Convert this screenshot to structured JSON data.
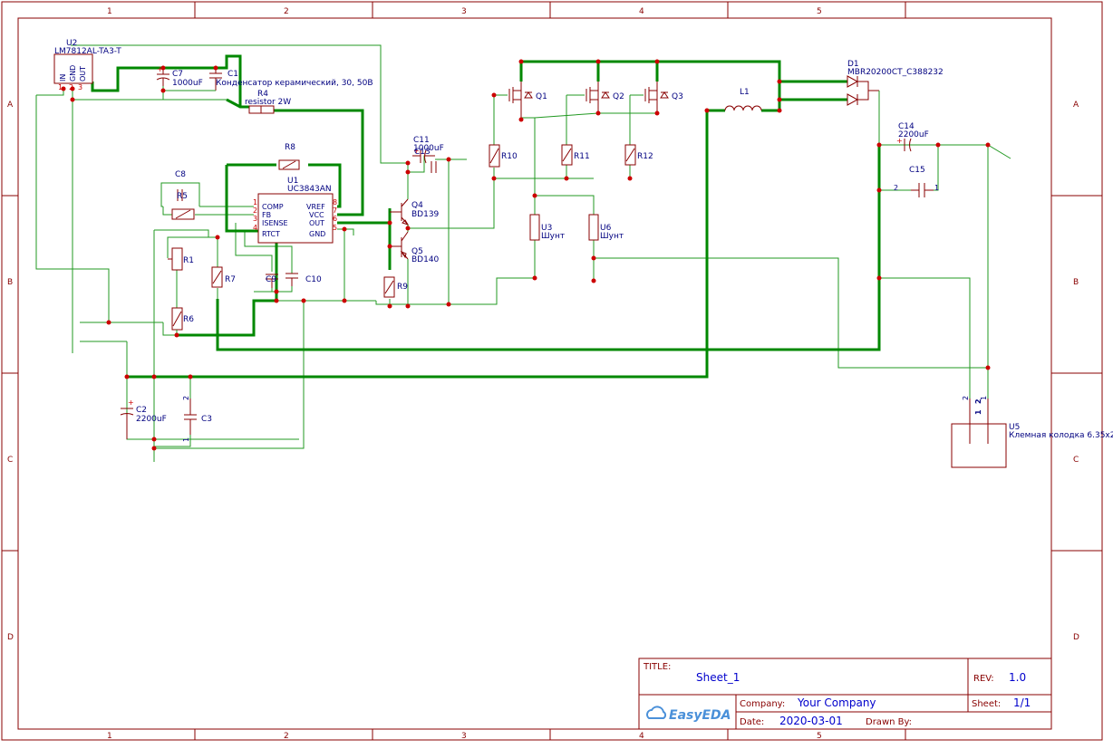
{
  "frame": {
    "columns": [
      "1",
      "2",
      "3",
      "4",
      "5"
    ],
    "rows": [
      "A",
      "B",
      "C",
      "D"
    ]
  },
  "components": {
    "u2": {
      "ref": "U2",
      "value": "LM7812AL-TA3-T",
      "pins": [
        "IN",
        "GND",
        "OUT"
      ],
      "pin_numbers": [
        "1",
        "2",
        "3"
      ]
    },
    "c7": {
      "ref": "C7",
      "value": "1000uF"
    },
    "c1": {
      "ref": "C1",
      "value": "Конденсатор керамический, 30, 50В"
    },
    "r4": {
      "ref": "R4",
      "value": "resistor 2W"
    },
    "r8": {
      "ref": "R8"
    },
    "c8": {
      "ref": "C8"
    },
    "r5": {
      "ref": "R5"
    },
    "u1": {
      "ref": "U1",
      "value": "UC3843AN",
      "left_pins": [
        {
          "num": "1",
          "name": "COMP"
        },
        {
          "num": "2",
          "name": "FB"
        },
        {
          "num": "3",
          "name": "ISENSE"
        },
        {
          "num": "4",
          "name": "RTCT"
        }
      ],
      "right_pins": [
        {
          "num": "8",
          "name": "VREF"
        },
        {
          "num": "7",
          "name": "VCC"
        },
        {
          "num": "6",
          "name": "OUT"
        },
        {
          "num": "5",
          "name": "GND"
        }
      ]
    },
    "r1": {
      "ref": "R1"
    },
    "r6": {
      "ref": "R6"
    },
    "r7": {
      "ref": "R7"
    },
    "c9": {
      "ref": "C9"
    },
    "c10": {
      "ref": "C10"
    },
    "c11": {
      "ref": "C11",
      "value": "1000uF"
    },
    "c13": {
      "ref": "C13"
    },
    "q4": {
      "ref": "Q4",
      "value": "BD139"
    },
    "q5": {
      "ref": "Q5",
      "value": "BD140"
    },
    "r9": {
      "ref": "R9"
    },
    "q1": {
      "ref": "Q1"
    },
    "q2": {
      "ref": "Q2"
    },
    "q3": {
      "ref": "Q3"
    },
    "r10": {
      "ref": "R10"
    },
    "r11": {
      "ref": "R11"
    },
    "r12": {
      "ref": "R12"
    },
    "u3": {
      "ref": "U3",
      "value": "Шунт"
    },
    "u6": {
      "ref": "U6",
      "value": "Шунт"
    },
    "l1": {
      "ref": "L1"
    },
    "d1": {
      "ref": "D1",
      "value": "MBR20200CT_C388232"
    },
    "c14": {
      "ref": "C14",
      "value": "2200uF"
    },
    "c15": {
      "ref": "C15",
      "pin_numbers": [
        "2",
        "1"
      ]
    },
    "c2": {
      "ref": "C2",
      "value": "2200uF"
    },
    "c3": {
      "ref": "C3",
      "pin_numbers": [
        "2",
        "1"
      ]
    },
    "u5": {
      "ref": "U5",
      "value": "Клемная колодка 6.35x2",
      "pin_numbers": [
        "2",
        "1"
      ],
      "inner_labels": [
        "1",
        "2"
      ]
    }
  },
  "title_block": {
    "title_label": "TITLE:",
    "title": "Sheet_1",
    "rev_label": "REV:",
    "rev": "1.0",
    "company_label": "Company:",
    "company": "Your Company",
    "sheet_label": "Sheet:",
    "sheet": "1/1",
    "date_label": "Date:",
    "date": "2020-03-01",
    "drawn_label": "Drawn By:",
    "logo_text": "EasyEDA"
  },
  "colors": {
    "frame": "#880000",
    "wire": "#229922",
    "bus": "#008800",
    "junction": "#cc0000",
    "label": "#000080",
    "value": "#0000cc"
  }
}
